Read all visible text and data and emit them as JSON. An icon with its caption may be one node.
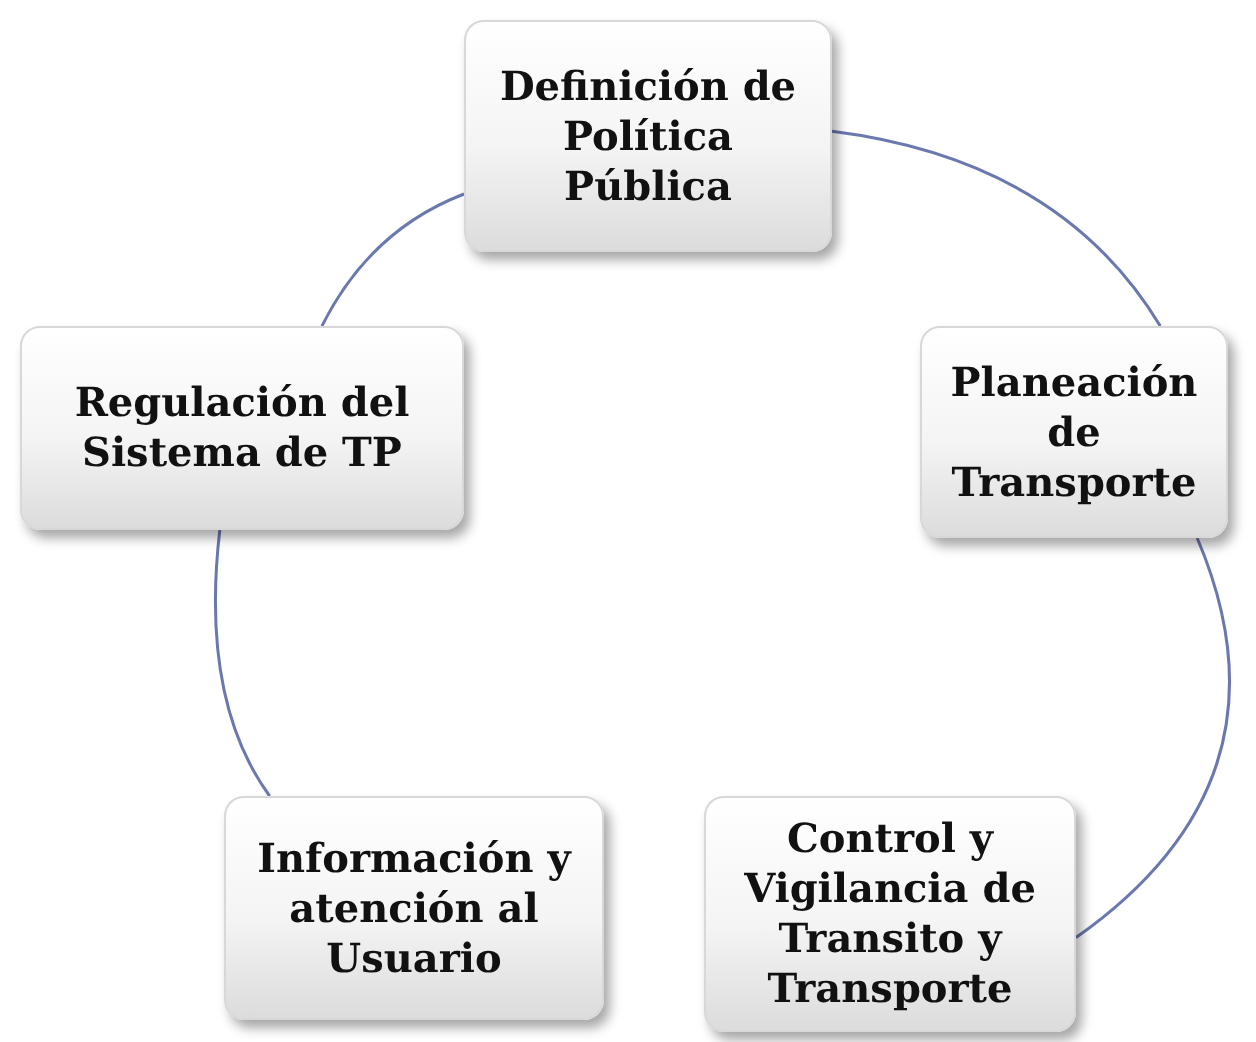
{
  "diagram": {
    "nodes": [
      {
        "text": [
          "Definición de Política Pública"
        ]
      },
      {
        "text": [
          "Planeación de Transporte"
        ]
      },
      {
        "text": [
          "Control y Vigilancia de Transito y Transporte"
        ]
      },
      {
        "text": [
          "Información y atención al Usuario"
        ]
      },
      {
        "text": [
          "Regulación del Sistema de TP"
        ]
      }
    ],
    "edges": [
      {
        "from": 0,
        "to": 1,
        "arrow": "none"
      },
      {
        "from": 1,
        "to": 2,
        "arrow": "none"
      },
      {
        "from": 3,
        "to": 4,
        "arrow": "none"
      },
      {
        "from": 4,
        "to": 0,
        "arrow": "none"
      }
    ]
  }
}
